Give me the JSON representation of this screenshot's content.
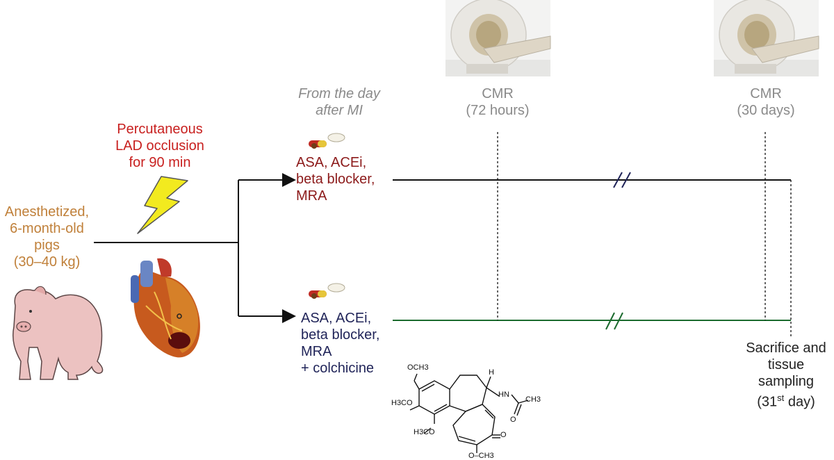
{
  "subject": {
    "lines": [
      "Anesthetized,",
      "6-month-old",
      "pigs",
      "(30–40 kg)"
    ],
    "color": "#c0803a",
    "icon": "pig-icon"
  },
  "intervention": {
    "lines": [
      "Percutaneous",
      "LAD occlusion",
      "for 90 min"
    ],
    "color": "#c8201f",
    "icons": [
      "lightning-bolt-icon",
      "heart-icon"
    ]
  },
  "start_note": {
    "lines": [
      "From the day",
      "after MI"
    ]
  },
  "control_group": {
    "lines": [
      "ASA, ACEi,",
      "beta blocker,",
      "MRA"
    ],
    "color": "#8c1a1a",
    "line_color": "#111111",
    "icon": "pills-icon"
  },
  "colchicine_group": {
    "lines": [
      "ASA, ACEi,",
      "beta blocker,",
      "MRA",
      "+ colchicine"
    ],
    "color": "#1f2358",
    "line_color": "#1b6b2e",
    "icon": "pills-icon"
  },
  "cmr_1": {
    "label": "CMR",
    "time": "(72 hours)",
    "icon": "mri-scanner-icon"
  },
  "cmr_2": {
    "label": "CMR",
    "time": "(30 days)",
    "icon": "mri-scanner-icon"
  },
  "endpoint": {
    "lines": [
      "Sacrifice and",
      "tissue",
      "sampling"
    ],
    "day_prefix": "(31",
    "day_sup": "st",
    "day_suffix": " day)"
  },
  "structure": {
    "icon": "colchicine-structure-icon",
    "labels": {
      "ome_top": "OCH3",
      "h3co_mid": "H3CO",
      "h3co_low": "H3CO",
      "ome_bottom": "O–CH3",
      "nh": "HN",
      "ch3": "CH3",
      "h": "H",
      "o_ketone": "O",
      "o_amide": "O"
    }
  }
}
